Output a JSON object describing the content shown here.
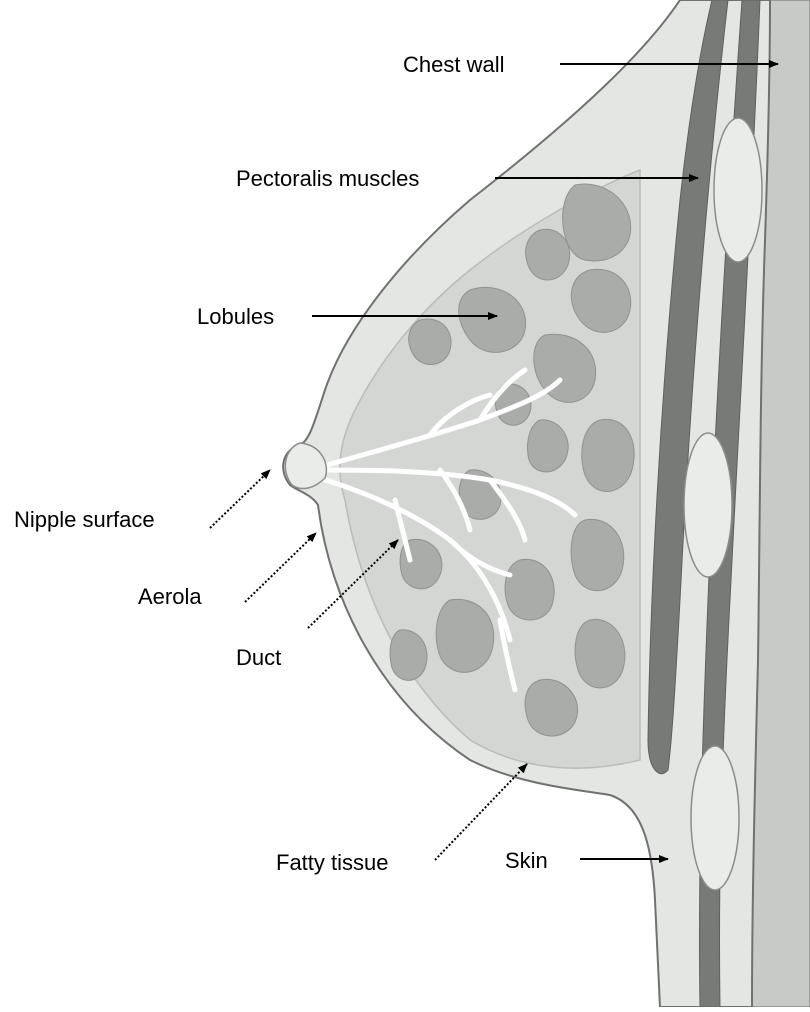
{
  "diagram": {
    "labels": {
      "chest_wall": "Chest wall",
      "pectoralis_muscles": "Pectoralis muscles",
      "lobules": "Lobules",
      "nipple_surface": "Nipple surface",
      "aerola": "Aerola",
      "duct": "Duct",
      "fatty_tissue": "Fatty tissue",
      "skin": "Skin"
    },
    "colors": {
      "background": "#ffffff",
      "breast_tissue": "#e3e6e3",
      "fat_outline": "#b9bdb9",
      "lobule": "#a9aca9",
      "lobule_dark": "#8f928f",
      "muscle": "#777a77",
      "rib": "#e9ece9",
      "body_interior": "#c8cac8",
      "duct": "#ffffff",
      "skin_line": "#6f726f",
      "pointer": "#000000"
    }
  }
}
